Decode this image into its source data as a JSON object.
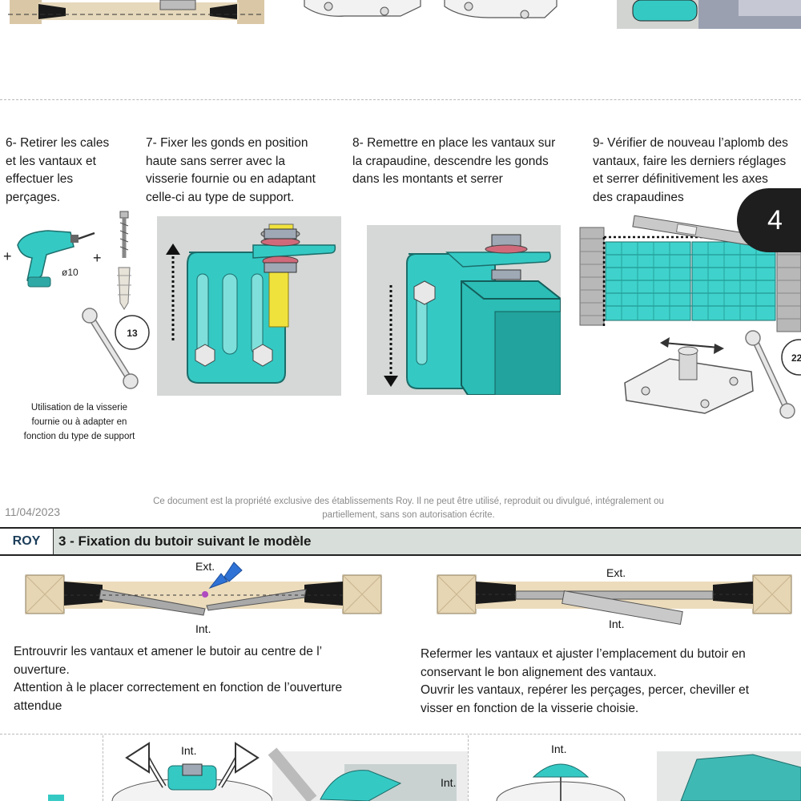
{
  "steps": [
    {
      "text": "6- Retirer les cales\net les vantaux et\neffectuer les\nperçages."
    },
    {
      "text": "7- Fixer les gonds en position\nhaute sans serrer avec la\nvisserie fournie ou en adaptant\ncelle-ci au type de support."
    },
    {
      "text": "8- Remettre en place les vantaux sur\nla crapaudine, descendre les gonds\ndans les montants et serrer"
    },
    {
      "text": "9- Vérifier de nouveau l’aplomb des\nvantaux, faire les derniers réglages\net serrer  définitivement les axes\ndes crapaudines"
    }
  ],
  "drill": {
    "size_label": "ø10",
    "plus": "+",
    "wrench_number": "13"
  },
  "step9": {
    "wrench_number": "22"
  },
  "page_badge": "4",
  "note": "Utilisation de la visserie\nfournie ou à adapter en\nfonction du type de support",
  "footer": {
    "date": "11/04/2023",
    "notice": "Ce document est la propriété exclusive des établissements Roy. Il ne peut être utilisé, reproduit ou divulgué, intégralement ou\npartiellement, sans son autorisation écrite."
  },
  "section": {
    "brand": "ROY",
    "title": "3 - Fixation du butoir suivant le modèle"
  },
  "diagram_left": {
    "ext": "Ext.",
    "int": "Int."
  },
  "diagram_right": {
    "ext": "Ext.",
    "int": "Int."
  },
  "instructions_left": "Entrouvrir les vantaux et amener le butoir au centre de l’\nouverture.\nAttention à le placer correctement en fonction de l’ouverture\nattendue",
  "instructions_right": "Refermer les vantaux et ajuster l’emplacement du butoir en\nconservant le bon alignement des vantaux.\nOuvrir les vantaux, repérer les perçages, percer, cheviller et\nvisser en fonction de la visserie choisie.",
  "bottom": {
    "int_1": "Int.",
    "int_2": "Int.",
    "int_3": "Int."
  },
  "colors": {
    "teal": "#35c9c4",
    "panel_bg": "#d5d8d6",
    "section_bg": "#d8dfda",
    "brand": "#1c3e5a"
  }
}
